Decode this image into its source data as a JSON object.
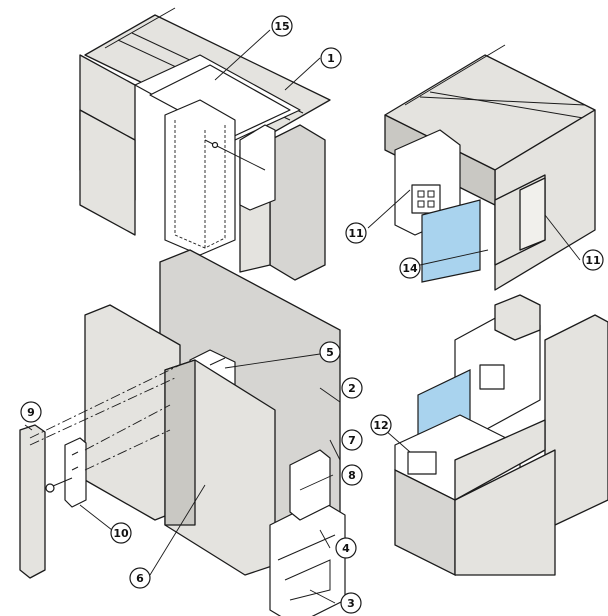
{
  "callouts": {
    "c1": "1",
    "c2": "2",
    "c3": "3",
    "c4": "4",
    "c5": "5",
    "c6": "6",
    "c7": "7",
    "c8": "8",
    "c9": "9",
    "c10": "10",
    "c11a": "11",
    "c11b": "11",
    "c12": "12",
    "c14": "14",
    "c15": "15"
  },
  "colors": {
    "panel": "#e4e3df",
    "insulation": "#d6d5d2",
    "glass": "#a9d3ee",
    "outline": "#1b1b1b"
  }
}
